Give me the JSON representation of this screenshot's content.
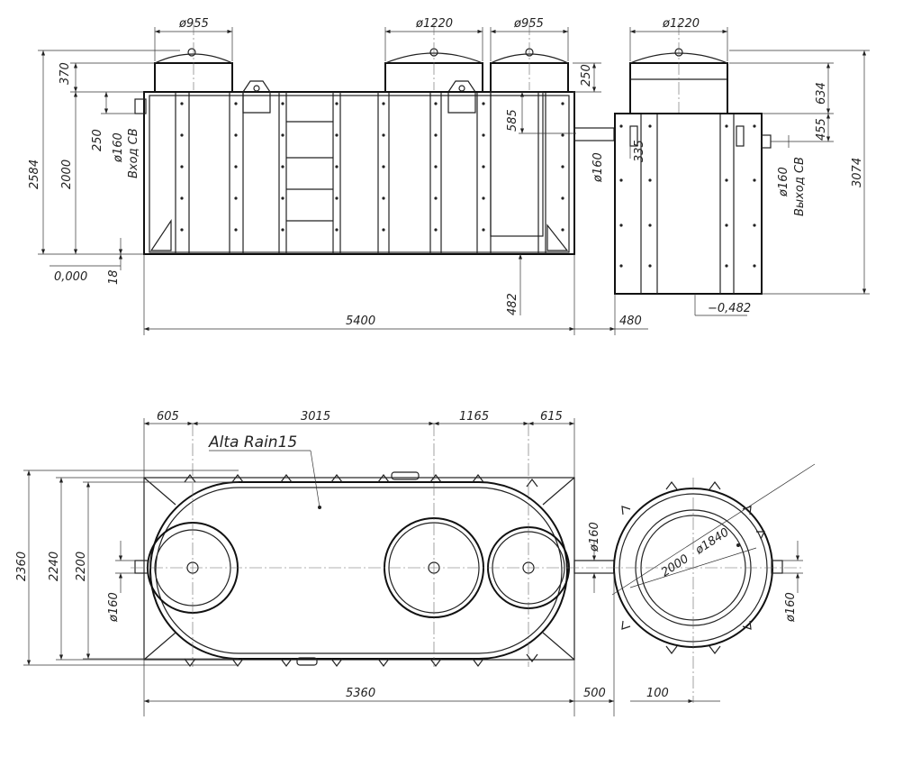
{
  "top_view": {
    "dia_955_left": "ø955",
    "dia_1220_mid": "ø1220",
    "dia_955_right": "ø955",
    "dia_1220_far": "ø1220",
    "h_370": "370",
    "h_2584": "2584",
    "h_2000": "2000",
    "h_250_left": "250",
    "inlet_dia": "ø160",
    "inlet_label": "Вход СВ",
    "zero_mark": "0,000",
    "h_18": "18",
    "h_250_right": "250",
    "h_585": "585",
    "h_482": "482",
    "pipe_dia": "ø160",
    "h_335": "335",
    "h_634": "634",
    "h_455": "455",
    "outlet_dia": "ø160",
    "outlet_label": "Выход СВ",
    "h_3074": "3074",
    "minus_mark": "−0,482",
    "w_5400": "5400",
    "w_480": "480"
  },
  "plan_view": {
    "title": "Alta Rain15",
    "w_605": "605",
    "w_3015": "3015",
    "w_1165": "1165",
    "w_615": "615",
    "h_2360": "2360",
    "h_2240": "2240",
    "h_2200": "2200",
    "inlet_dia": "ø160",
    "mid_dia": "ø160",
    "out_dia": "ø160",
    "d_2000": "2000",
    "d_1840": "ø1840",
    "w_5360": "5360",
    "w_500": "500",
    "w_100": "100"
  }
}
